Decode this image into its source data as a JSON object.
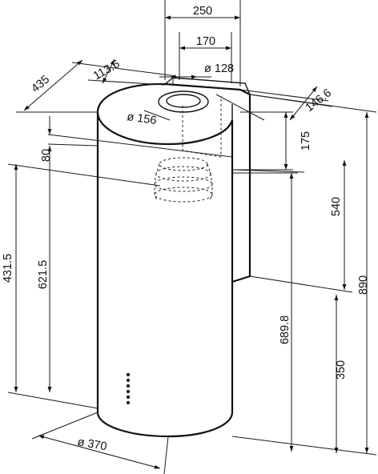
{
  "dimensions": {
    "d250": "250",
    "d170": "170",
    "d128": "ø 128",
    "d113_6": "113.6",
    "d435": "435",
    "d146_6": "146.6",
    "d156": "ø 156",
    "d175": "175",
    "d80": "80",
    "d540": "540",
    "d890": "890",
    "d431_5": "431.5",
    "d621_5": "621.5",
    "d689_8": "689.8",
    "d350": "350",
    "d370": "ø 370"
  },
  "colors": {
    "line": "#111111",
    "background": "#ffffff"
  }
}
